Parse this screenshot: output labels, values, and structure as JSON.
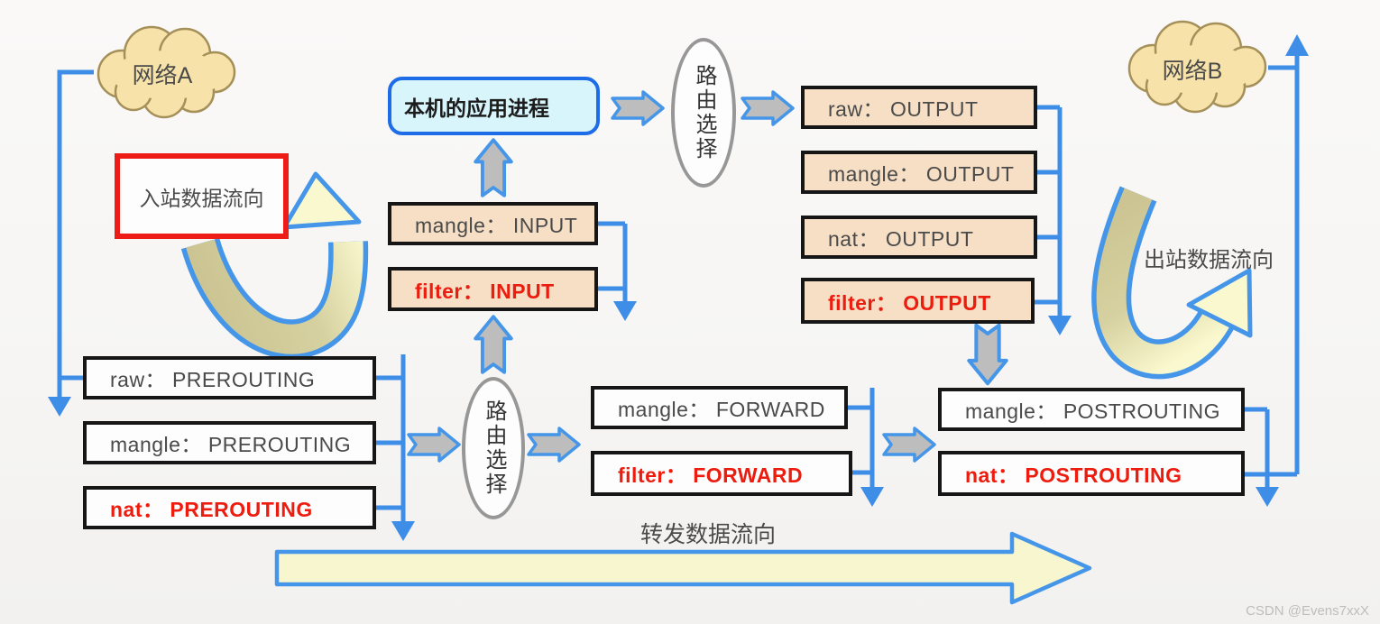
{
  "clouds": {
    "network_a": "网络A",
    "network_b": "网络B"
  },
  "nodes": {
    "local_process": "本机的应用进程",
    "routing_top": "路由选择",
    "routing_bottom": "路由选择"
  },
  "flow_labels": {
    "inbound": "入站数据流向",
    "outbound": "出站数据流向",
    "forward": "转发数据流向"
  },
  "chain_stacks": {
    "output": [
      {
        "label": "raw： OUTPUT",
        "emphasis": false
      },
      {
        "label": "mangle： OUTPUT",
        "emphasis": false
      },
      {
        "label": "nat： OUTPUT",
        "emphasis": false
      },
      {
        "label": "filter： OUTPUT",
        "emphasis": true
      }
    ],
    "input": [
      {
        "label": "mangle： INPUT",
        "emphasis": false
      },
      {
        "label": "filter： INPUT",
        "emphasis": true
      }
    ],
    "prerouting": [
      {
        "label": "raw： PREROUTING",
        "emphasis": false
      },
      {
        "label": "mangle： PREROUTING",
        "emphasis": false
      },
      {
        "label": "nat： PREROUTING",
        "emphasis": true
      }
    ],
    "forward": [
      {
        "label": "mangle： FORWARD",
        "emphasis": false
      },
      {
        "label": "filter： FORWARD",
        "emphasis": true
      }
    ],
    "postrouting": [
      {
        "label": "mangle： POSTROUTING",
        "emphasis": false
      },
      {
        "label": "nat： POSTROUTING",
        "emphasis": true
      }
    ]
  },
  "watermark": "CSDN @Evens7xxX",
  "colors": {
    "connector_blue": "#3E8EE8",
    "table_box_fill": "#F6DFC5",
    "emphasis_red": "#EC1C0F",
    "cloud_fill": "#F7E3A9",
    "process_box_fill": "#D8F5FC",
    "process_box_border": "#1F6CE8",
    "inbound_box_border": "#EE1C17",
    "flow_arrow_yellow": "#F8F6CF",
    "flow_arrow_olive": "#CCC593"
  }
}
